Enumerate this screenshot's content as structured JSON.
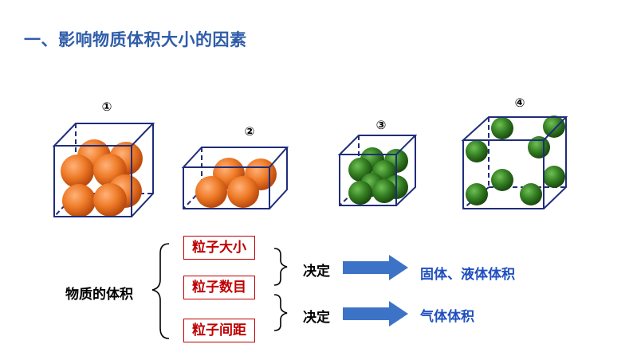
{
  "title": "一、影响物质体积大小的因素",
  "cube_labels": [
    "①",
    "②",
    "③",
    "④"
  ],
  "colors": {
    "title": "#2f5da8",
    "cube_edge": "#1f2d7a",
    "orange_sphere": "#e8731f",
    "green_sphere": "#2e7d1e",
    "factor_border": "#c00000",
    "arrow": "#3d73c7",
    "result_text": "#1f4fbf"
  },
  "summary": {
    "subject": "物质的体积",
    "factors": [
      "粒子大小",
      "粒子数目",
      "粒子间距"
    ],
    "decides": [
      "决定",
      "决定"
    ],
    "results": [
      "固体、液体体积",
      "气体体积"
    ]
  }
}
